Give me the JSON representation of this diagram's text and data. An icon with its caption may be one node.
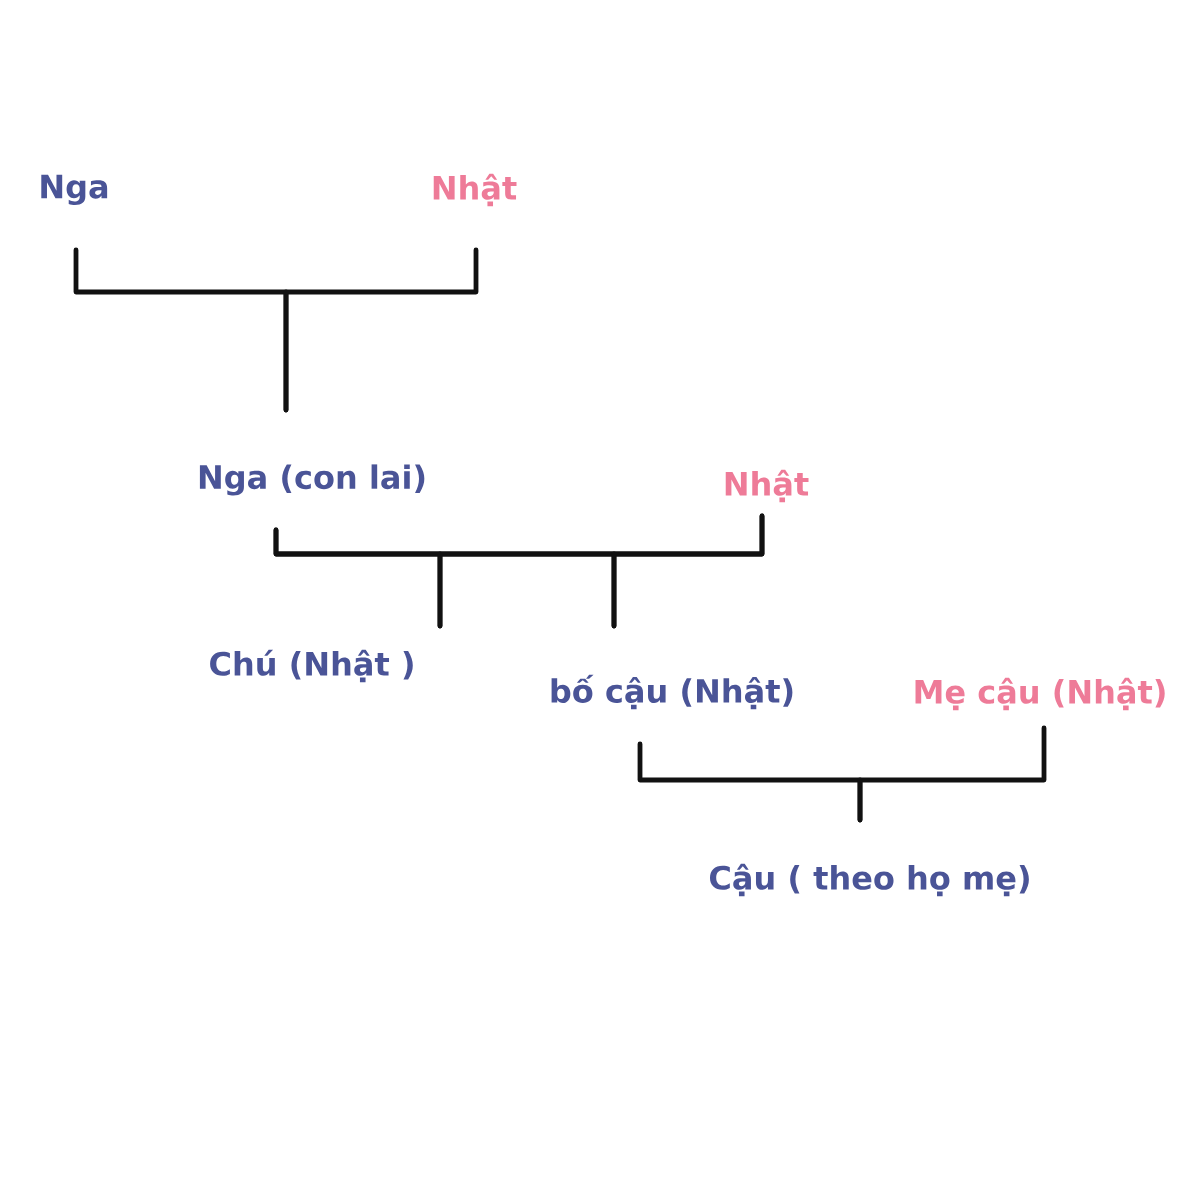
{
  "diagram": {
    "nodes": [
      {
        "text": [
          "Nga"
        ]
      },
      {
        "text": [
          "Nhật"
        ]
      },
      {
        "text": [
          "Nga (con lai)"
        ]
      },
      {
        "text": [
          "Nhật"
        ]
      },
      {
        "text": [
          "Chú (Nhật )"
        ]
      },
      {
        "text": [
          "bố cậu (Nhật)"
        ]
      },
      {
        "text": [
          "Mẹ cậu (Nhật)"
        ]
      },
      {
        "text": [
          "Cậu ( theo họ mẹ)"
        ]
      }
    ],
    "edges": [
      {
        "from": 0,
        "to": 2,
        "arrow": "none"
      },
      {
        "from": 1,
        "to": 2,
        "arrow": "none"
      },
      {
        "from": 2,
        "to": 4,
        "arrow": "none"
      },
      {
        "from": 3,
        "to": 4,
        "arrow": "none"
      },
      {
        "from": 2,
        "to": 5,
        "arrow": "none"
      },
      {
        "from": 3,
        "to": 5,
        "arrow": "none"
      },
      {
        "from": 5,
        "to": 7,
        "arrow": "none"
      },
      {
        "from": 6,
        "to": 7,
        "arrow": "none"
      }
    ]
  }
}
